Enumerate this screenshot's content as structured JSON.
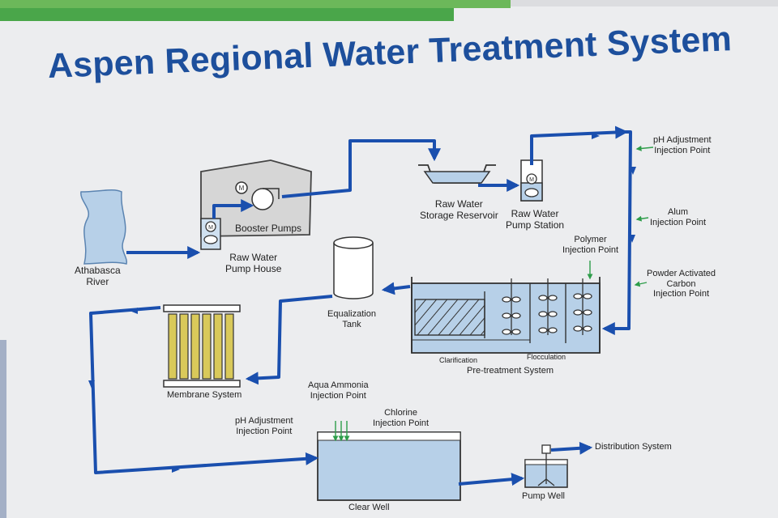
{
  "title": "Aspen Regional Water Treatment System",
  "colors": {
    "pipe": "#1a4fae",
    "title": "#1d4f9c",
    "water": "#b7d0e8",
    "membrane": "#d9c95a",
    "injection_arrow": "#2e9d4a",
    "banner_green": "#4aa64a"
  },
  "labels": {
    "river": [
      "Athabasca",
      "River"
    ],
    "pump_house": [
      "Raw Water",
      "Pump House"
    ],
    "booster_pumps": "Booster Pumps",
    "storage_reservoir": [
      "Raw Water",
      "Storage Reservoir"
    ],
    "pump_station": [
      "Raw Water",
      "Pump Station"
    ],
    "ph_top": [
      "pH Adjustment",
      "Injection Point"
    ],
    "alum": [
      "Alum",
      "Injection Point"
    ],
    "polymer": [
      "Polymer",
      "Injection Point"
    ],
    "pac": [
      "Powder Activated",
      "Carbon",
      "Injection Point"
    ],
    "equalization": [
      "Equalization",
      "Tank"
    ],
    "clarification": "Clarification",
    "flocculation": "Flocculation",
    "pretreatment": "Pre-treatment System",
    "membrane": "Membrane System",
    "aqua_ammonia": [
      "Aqua Ammonia",
      "Injection Point"
    ],
    "ph_bottom": [
      "pH Adjustment",
      "Injection Point"
    ],
    "chlorine": [
      "Chlorine",
      "Injection Point"
    ],
    "clear_well": "Clear Well",
    "pump_well": "Pump Well",
    "distribution": "Distribution System"
  },
  "icons": {
    "pump": "pump-icon",
    "motor": "motor-icon",
    "mixer": "mixer-icon"
  }
}
